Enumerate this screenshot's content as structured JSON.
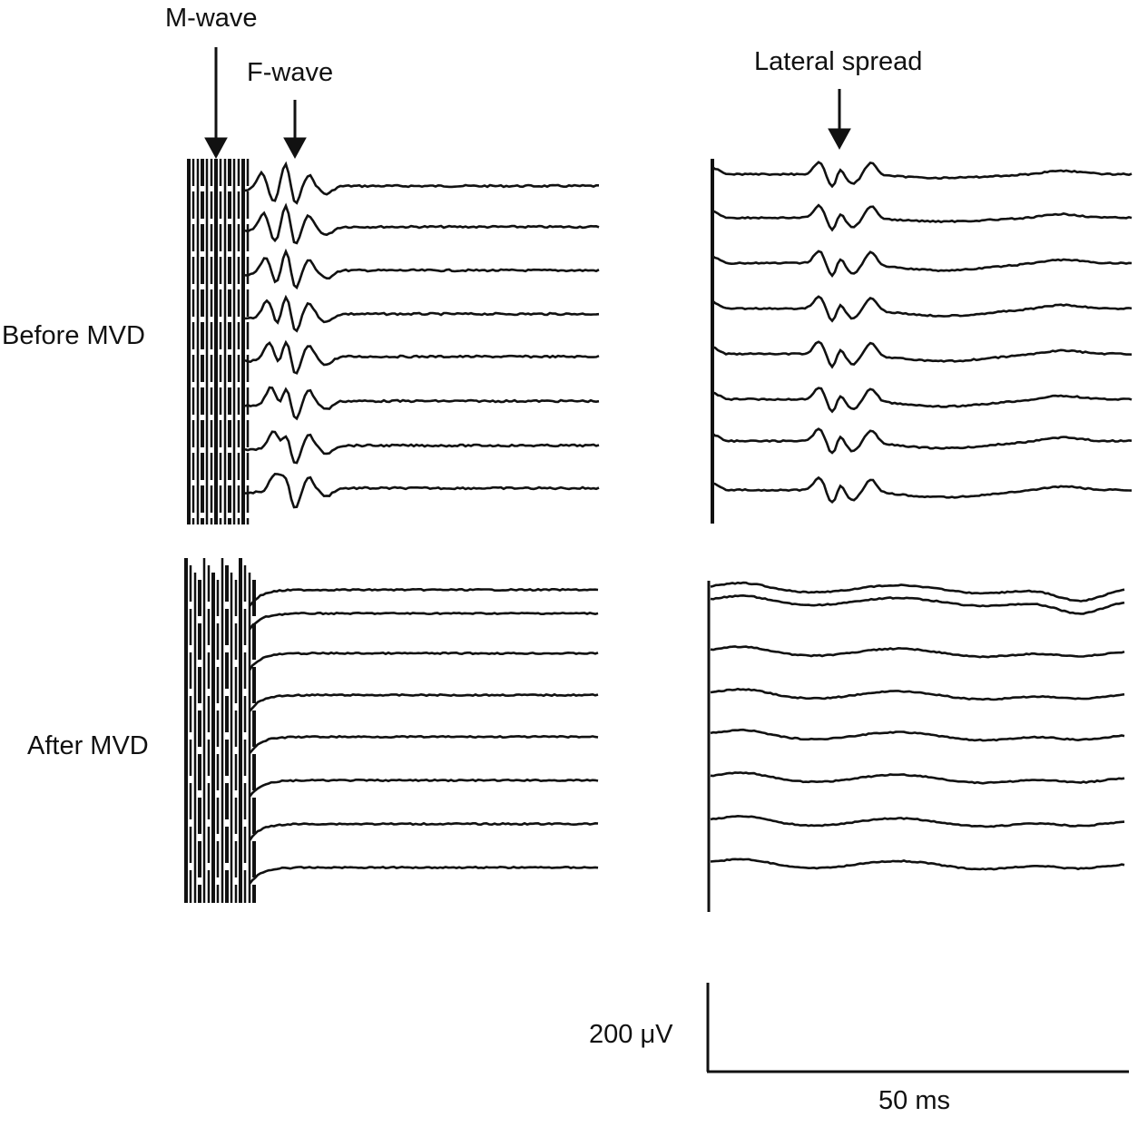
{
  "labels": {
    "m_wave": "M-wave",
    "f_wave": "F-wave",
    "lateral_spread": "Lateral spread",
    "before": "Before MVD",
    "after": "After MVD",
    "scale_voltage": "200 μV",
    "scale_time": "50 ms"
  },
  "traces_per_panel": 8,
  "colors": {
    "trace": "#111111",
    "background": "#ffffff"
  }
}
